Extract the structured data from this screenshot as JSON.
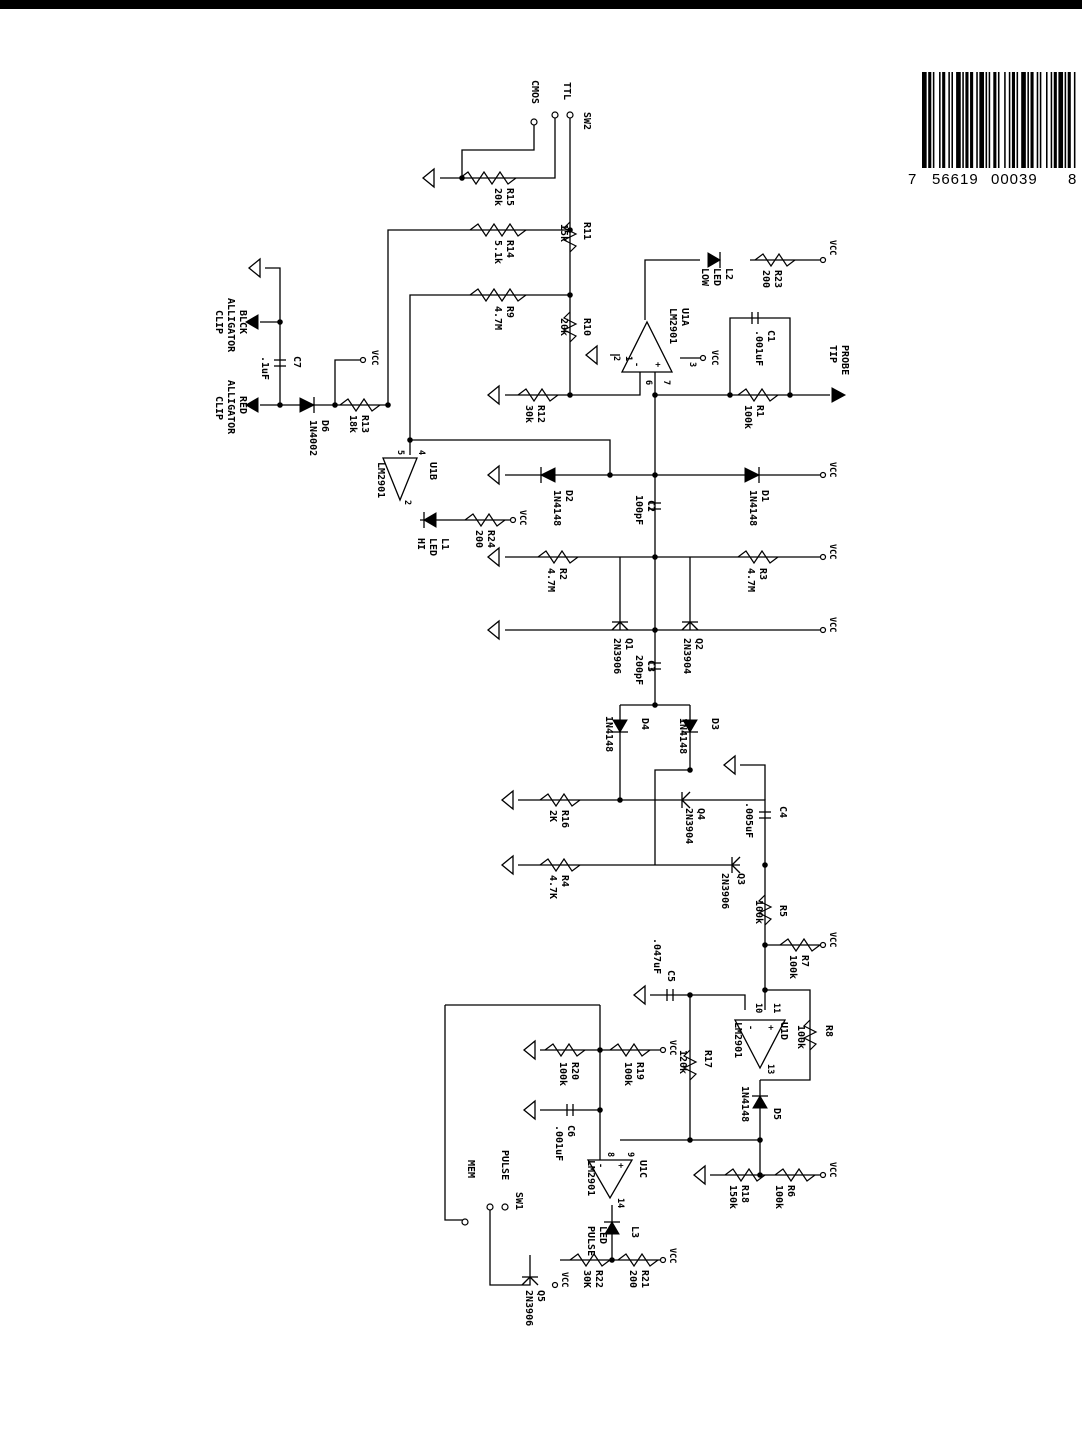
{
  "barcode": {
    "digits": [
      "7",
      "56619",
      "00039",
      "8"
    ],
    "bars": [
      3,
      1,
      2,
      1,
      1,
      3,
      1,
      1,
      2,
      2,
      1,
      1,
      1,
      2,
      3,
      1,
      1,
      1,
      2,
      1,
      2,
      2,
      1,
      1,
      3,
      1,
      1,
      1,
      1,
      2,
      2,
      1,
      1,
      3,
      1,
      2,
      1,
      1,
      2,
      1,
      1,
      2,
      3,
      1,
      1,
      1,
      2,
      2,
      1,
      1,
      1,
      3,
      1,
      2,
      1,
      1,
      2,
      1,
      3,
      1,
      1,
      1,
      2,
      2,
      1,
      3
    ]
  },
  "labels": {
    "cmos": "CMOS",
    "ttl": "TTL",
    "sw2": "SW2",
    "r15": "R15",
    "r15v": "20k",
    "r14": "R14",
    "r14v": "5.1k",
    "r11": "R11",
    "r11v": "15k",
    "r10": "R10",
    "r10v": "20k",
    "r9": "R9",
    "r9v": "4.7M",
    "r12": "R12",
    "r12v": "30k",
    "r13": "R13",
    "r13v": "18k",
    "r1": "R1",
    "r1v": "100k",
    "r23": "R23",
    "r23v": "200",
    "r24": "R24",
    "r24v": "200",
    "r2": "R2",
    "r2v": "4.7M",
    "r3": "R3",
    "r3v": "4.7M",
    "r16": "R16",
    "r16v": "2K",
    "r4": "R4",
    "r4v": "4.7K",
    "r5": "R5",
    "r5v": "100k",
    "r7": "R7",
    "r7v": "100k",
    "r8": "R8",
    "r8v": "100k",
    "r17": "R17",
    "r17v": "120k",
    "r19": "R19",
    "r19v": "100k",
    "r20": "R20",
    "r20v": "100k",
    "r6": "R6",
    "r6v": "100k",
    "r18": "R18",
    "r18v": "150k",
    "r21": "R21",
    "r21v": "200",
    "r22": "R22",
    "r22v": "30K",
    "u1a": "U1A",
    "u1b": "U1B",
    "u1c": "U1C",
    "u1d": "U1D",
    "lm2901": "LM2901",
    "c1": "C1",
    "c1v": ".001uF",
    "c2": "C2",
    "c2v": "100pF",
    "c3": "C3",
    "c3v": "200pF",
    "c4": "C4",
    "c4v": ".005uF",
    "c5": "C5",
    "c5v": ".047uF",
    "c6": "C6",
    "c6v": ".001uF",
    "c7": "C7",
    "c7v": ".1uF",
    "d1": "D1",
    "d2": "D2",
    "d3": "D3",
    "d4": "D4",
    "d5": "D5",
    "d6": "D6",
    "d6v": "1N4002",
    "n4148": "1N4148",
    "l1": "L1",
    "l1v": "LED",
    "l1n": "HI",
    "l2": "L2",
    "l2v": "LED",
    "l2n": "LOW",
    "l3": "L3",
    "l3v": "LED",
    "l3n": "PULSE",
    "q1": "Q1",
    "q1v": "2N3906",
    "q2": "Q2",
    "q2v": "2N3904",
    "q3": "Q3",
    "q3v": "2N3906",
    "q4": "Q4",
    "q4v": "2N3904",
    "q5": "Q5",
    "q5v": "2N3906",
    "sw1": "SW1",
    "pulse": "PULSE",
    "mem": "MEM",
    "probe1": "PROBE",
    "probe2": "TIP",
    "red1": "RED",
    "red2": "ALLIGATOR",
    "red3": "CLIP",
    "blk1": "BLCK",
    "blk2": "ALLIGATOR",
    "blk3": "CLIP",
    "vcc": "VCC",
    "p1": "1",
    "p2": "2",
    "p3": "3",
    "p4": "4",
    "p5": "5",
    "p6": "6",
    "p7": "7",
    "p8": "8",
    "p9": "9",
    "p10": "10",
    "p11": "11",
    "p13": "13",
    "p14": "14",
    "plus": "+",
    "minus": "-"
  }
}
